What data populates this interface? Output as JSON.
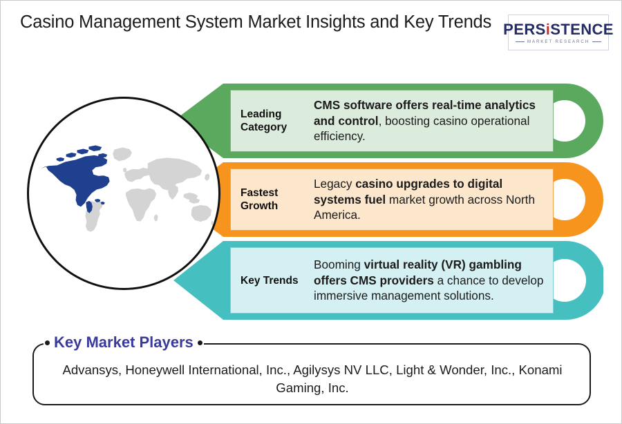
{
  "header": {
    "title": "Casino Management System Market Insights and Key Trends",
    "logo": {
      "word_part1": "PERS",
      "word_i": "i",
      "word_part2": "STENCE",
      "tagline": "MARKET RESEARCH"
    }
  },
  "map": {
    "highlighted_region": "North America",
    "highlight_color": "#1f3f8f",
    "base_color": "#d4d4d4"
  },
  "rows": [
    {
      "category": "Leading Category",
      "text_bold_1": "CMS software offers real-time analytics and control",
      "text_rest": ", boosting casino operational efficiency.",
      "accent_color": "#5aa95f",
      "panel_color": "#dcecdc"
    },
    {
      "category": "Fastest Growth",
      "text_lead": "Legacy ",
      "text_bold_1": "casino upgrades to digital systems fuel",
      "text_rest": " market growth across North America.",
      "accent_color": "#f7941e",
      "panel_color": "#fce6cc"
    },
    {
      "category": "Key Trends",
      "text_lead": "Booming ",
      "text_bold_1": "virtual reality (VR) gambling offers CMS providers",
      "text_rest": " a chance to develop immersive management solutions.",
      "accent_color": "#45bfc0",
      "panel_color": "#d5f0f2"
    }
  ],
  "key_market_players": {
    "title": "Key Market Players",
    "title_color": "#3a3a9c",
    "companies": "Advansys, Honeywell International, Inc., Agilysys NV LLC, Light & Wonder, Inc., Konami Gaming, Inc."
  }
}
